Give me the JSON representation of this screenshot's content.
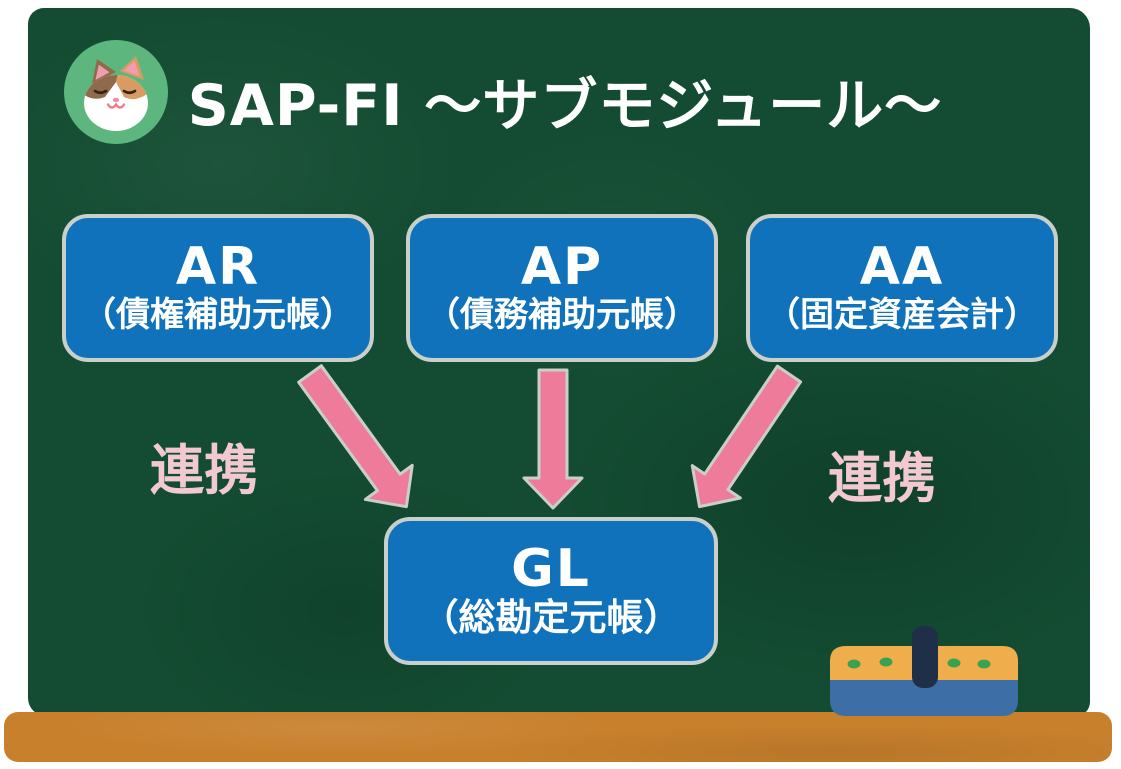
{
  "title": "SAP-FI ～サブモジュール～",
  "avatar": {
    "icon": "calico-cat-avatar"
  },
  "modules": [
    {
      "code": "AR",
      "name": "（債権補助元帳）"
    },
    {
      "code": "AP",
      "name": "（債務補助元帳）"
    },
    {
      "code": "AA",
      "name": "（固定資産会計）"
    },
    {
      "code": "GL",
      "name": "（総勘定元帳）"
    }
  ],
  "labels": {
    "renkei_left": "連携",
    "renkei_right": "連携"
  },
  "arrows": [
    {
      "name": "ar-to-gl-arrow",
      "direction": "down-right"
    },
    {
      "name": "ap-to-gl-arrow",
      "direction": "down"
    },
    {
      "name": "aa-to-gl-arrow",
      "direction": "down-left"
    }
  ],
  "colors": {
    "board-green": "#134c32",
    "tray-brown": "#c8802c",
    "box-blue": "#0f72bb",
    "box-border": "#c9cfc9",
    "arrow-pink": "#ee7b99",
    "label-pink": "#f3c9d1",
    "avatar-green": "#5db67e",
    "text-white": "#ffffff"
  }
}
